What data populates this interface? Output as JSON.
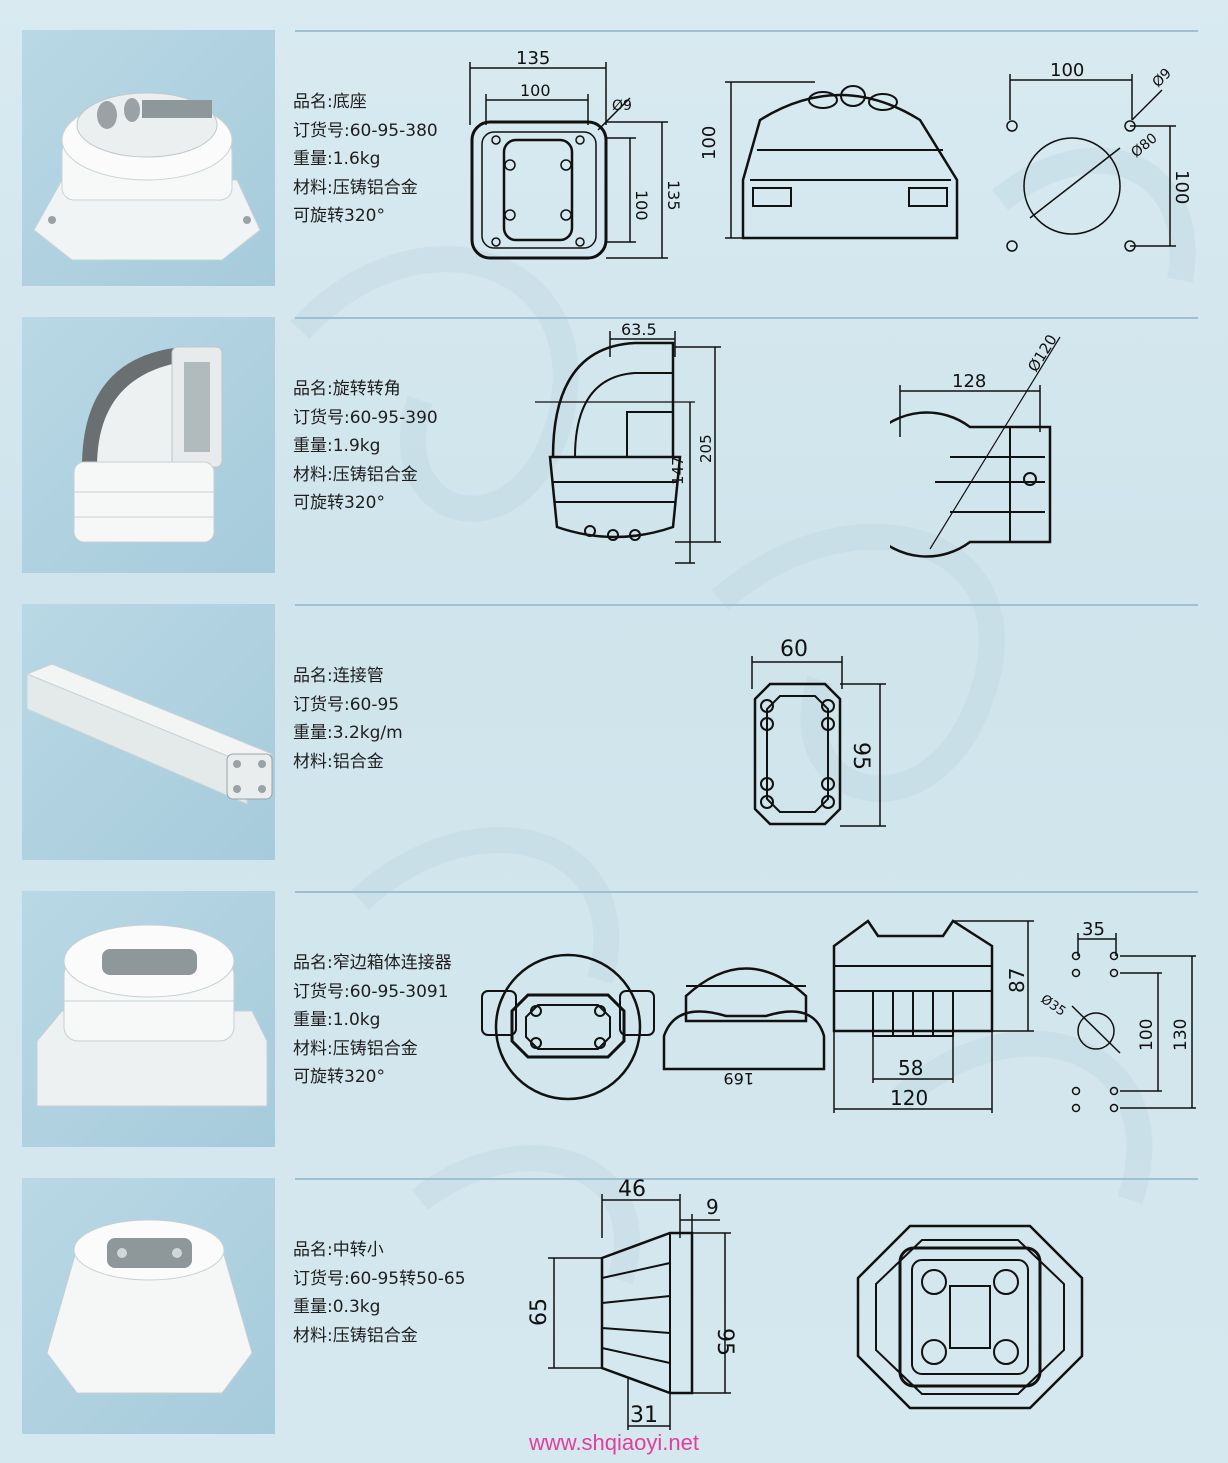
{
  "products": [
    {
      "id": "base",
      "specs": [
        "品名:底座",
        "订货号:60-95-380",
        "重量:1.6kg",
        "材料:压铸铝合金",
        "可旋转320°"
      ],
      "dims": {
        "w": "135",
        "w2": "100",
        "hole": "Ø9",
        "h1": "100",
        "h2": "135",
        "side_h": "100",
        "pat_w": "100",
        "pat_hole": "Ø9",
        "pat_dia": "Ø80",
        "pat_h": "100"
      }
    },
    {
      "id": "swivel-corner",
      "specs": [
        "品名:旋转转角",
        "订货号:60-95-390",
        "重量:1.9kg",
        "材料:压铸铝合金",
        "可旋转320°"
      ],
      "dims": {
        "top": "63.5",
        "h1": "147",
        "h2": "205",
        "w": "128",
        "dia": "Ø120"
      }
    },
    {
      "id": "connecting-tube",
      "specs": [
        "品名:连接管",
        "订货号:60-95",
        "重量:3.2kg/m",
        "材料:铝合金"
      ],
      "dims": {
        "w": "60",
        "h": "95"
      }
    },
    {
      "id": "narrow-box-connector",
      "specs": [
        "品名:窄边箱体连接器",
        "订货号:60-95-3091",
        "重量:1.0kg",
        "材料:压铸铝合金",
        "可旋转320°"
      ],
      "dims": {
        "side": "169",
        "h": "87",
        "mid": "58",
        "w": "120",
        "pat_w": "35",
        "pat_dia": "Ø35",
        "pat_h1": "100",
        "pat_h2": "130"
      }
    },
    {
      "id": "small-adapter",
      "specs": [
        "品名:中转小",
        "订货号:60-95转50-65",
        "重量:0.3kg",
        "材料:压铸铝合金"
      ],
      "dims": {
        "top": "46",
        "gap": "9",
        "left": "65",
        "right": "95",
        "bottom": "31"
      }
    }
  ],
  "footer": {
    "url": "www.shqiaoyi.net"
  },
  "colors": {
    "background": "#d6e8ef",
    "photo_panel": "#abcfdf",
    "rule": "#9fc0d0",
    "footer_text": "#e0409a",
    "line": "#111111"
  }
}
